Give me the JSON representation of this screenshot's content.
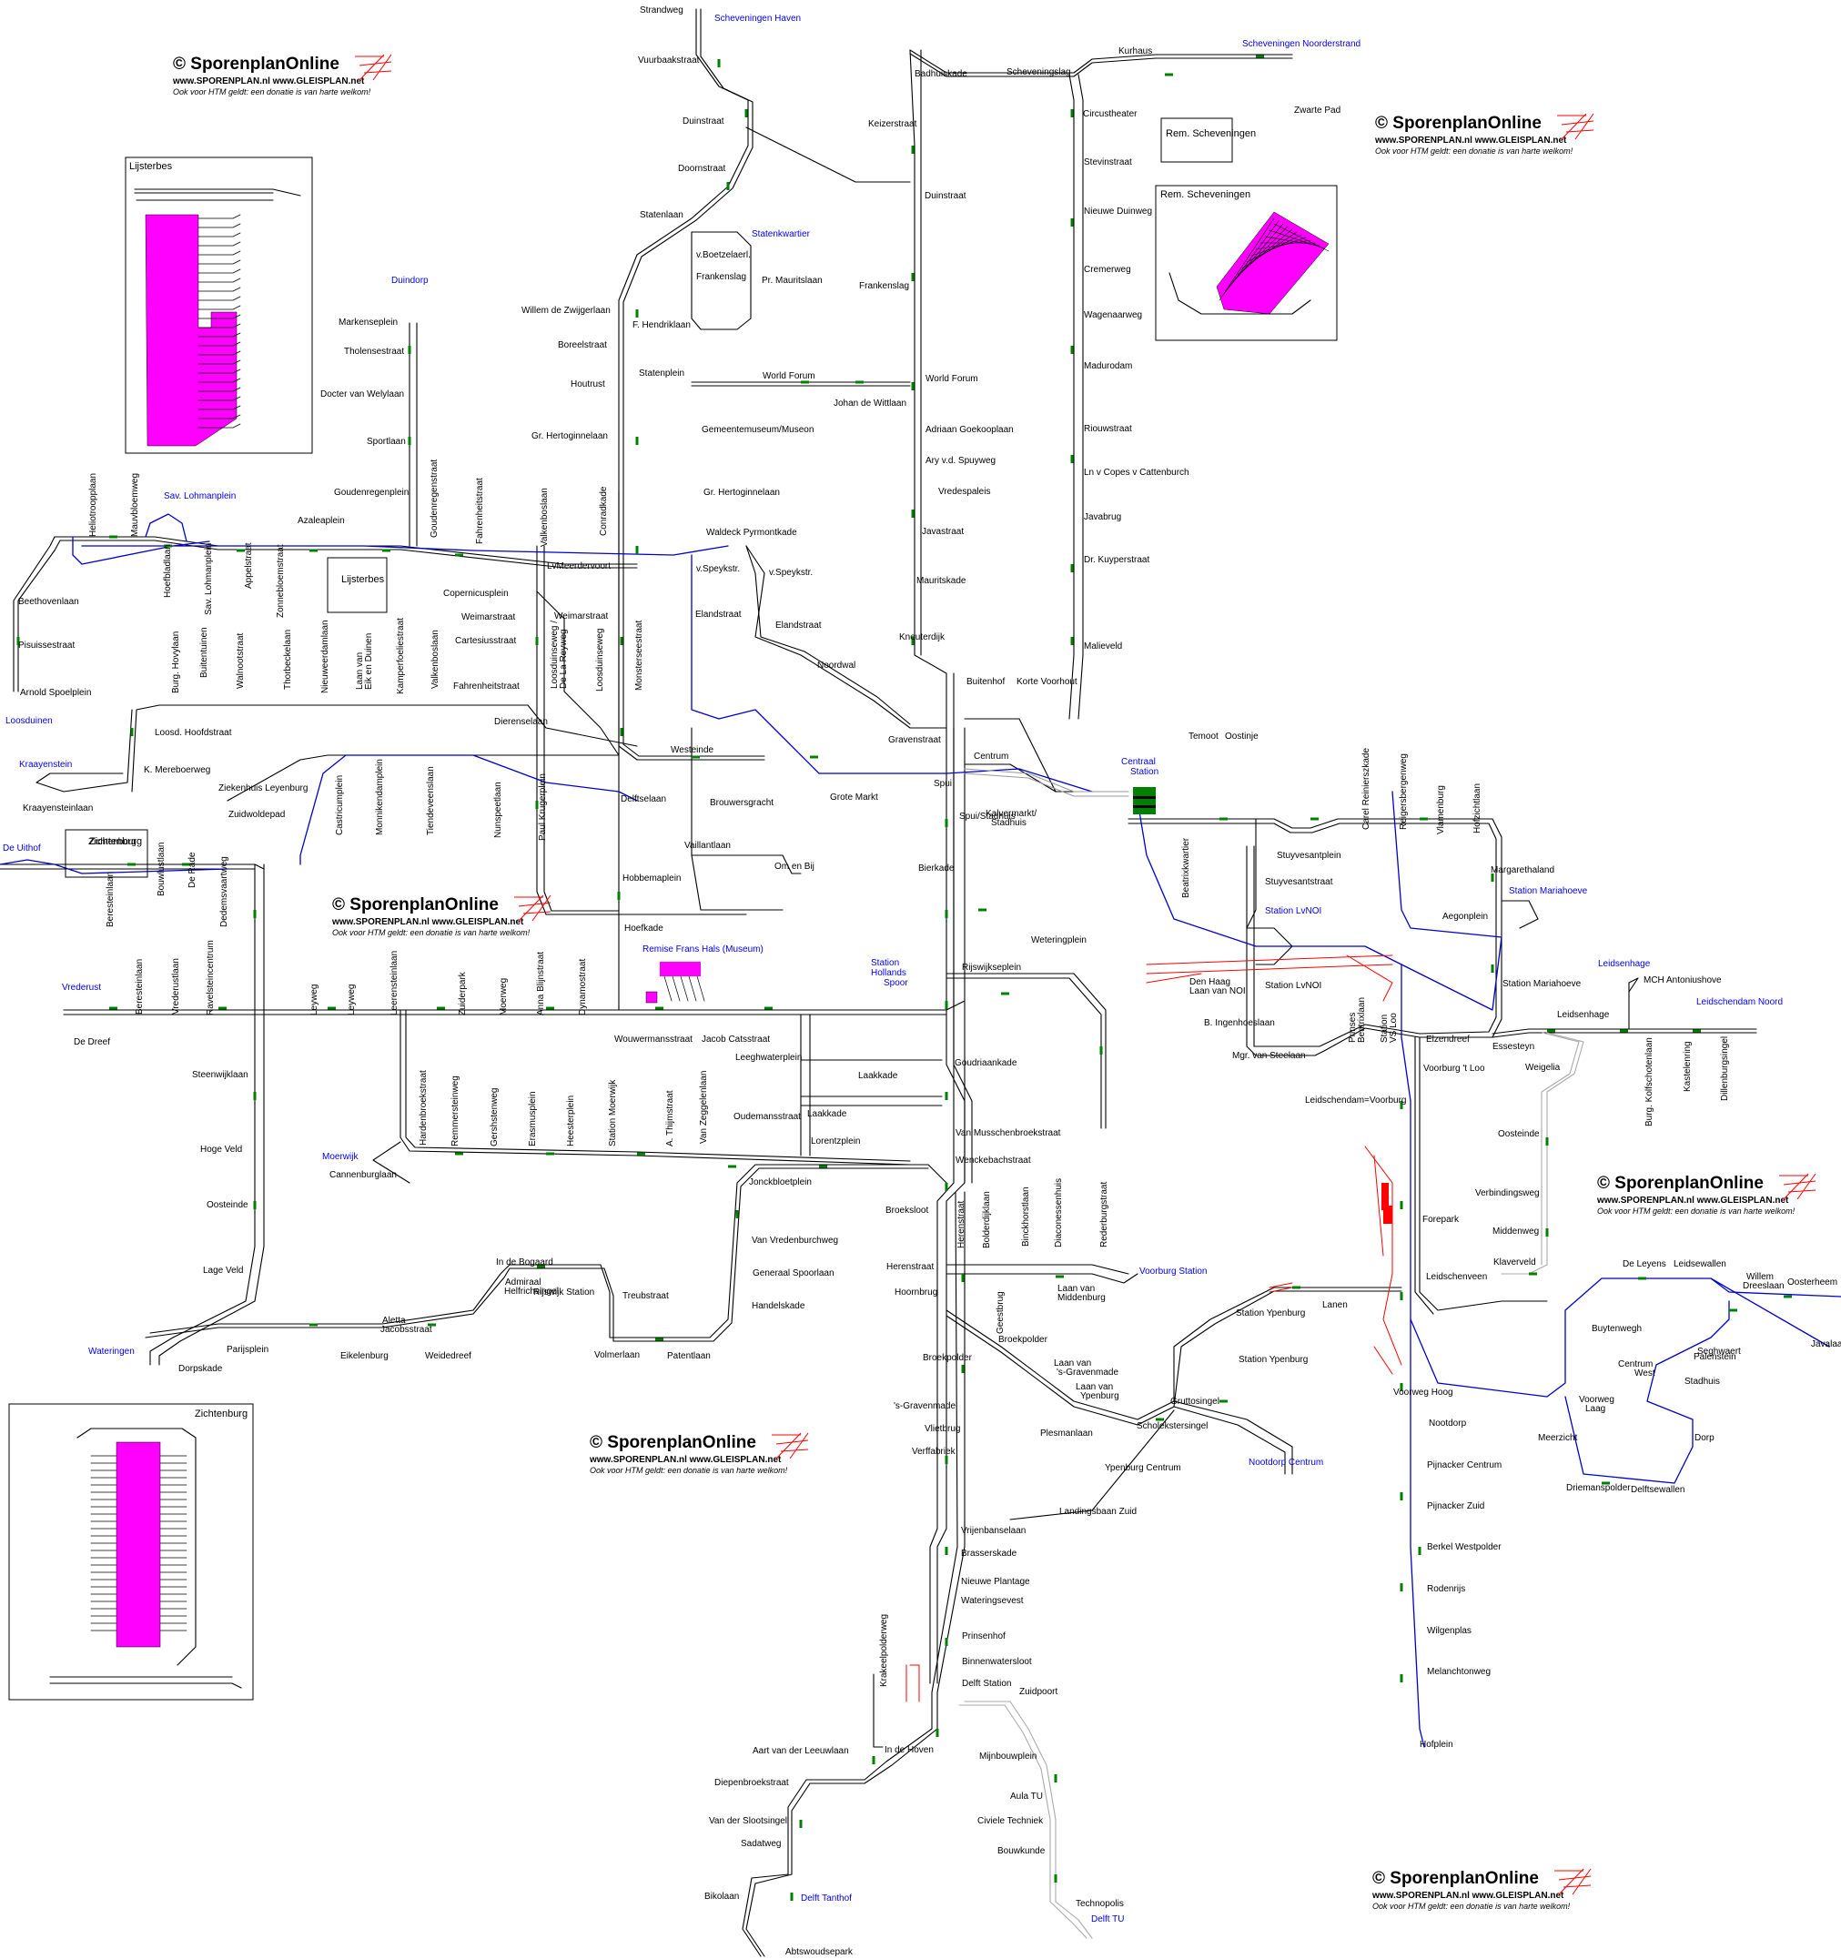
{
  "logo": {
    "title": "© SporenplanOnline",
    "urls": "www.SPORENPLAN.nl   www.GLEISPLAN.net",
    "donation": "Ook voor HTM geldt: een donatie is van harte welkom!"
  },
  "depots": {
    "lijsterbes": "Lijsterbes",
    "zichtenburg": "Zichtenburg",
    "scheveningen": "Rem. Scheveningen",
    "frans_hals": "Remise Frans Hals (Museum)"
  },
  "colors": {
    "track": "#000000",
    "metro": "#0000cc",
    "depot": "#ff00ff",
    "signal": "#008000",
    "rail": "#ff0000",
    "link": "#0000ee"
  },
  "terminals": [
    "Scheveningen Haven",
    "Scheveningen Noorderstrand",
    "Statenkwartier",
    "Duindorp",
    "Sav. Lohmanplein",
    "Loosduinen",
    "Kraayenstein",
    "De Uithof",
    "Vrederust",
    "Moerwijk",
    "Wateringen",
    "Centraal Station",
    "Station Mariahoeve",
    "Leidsenhage",
    "Leidschendam Noord",
    "Station LvNOI",
    "Station Hollands Spoor",
    "Voorburg Station",
    "Nootdorp Centrum",
    "Delft Tanthof",
    "Delft TU"
  ]
}
